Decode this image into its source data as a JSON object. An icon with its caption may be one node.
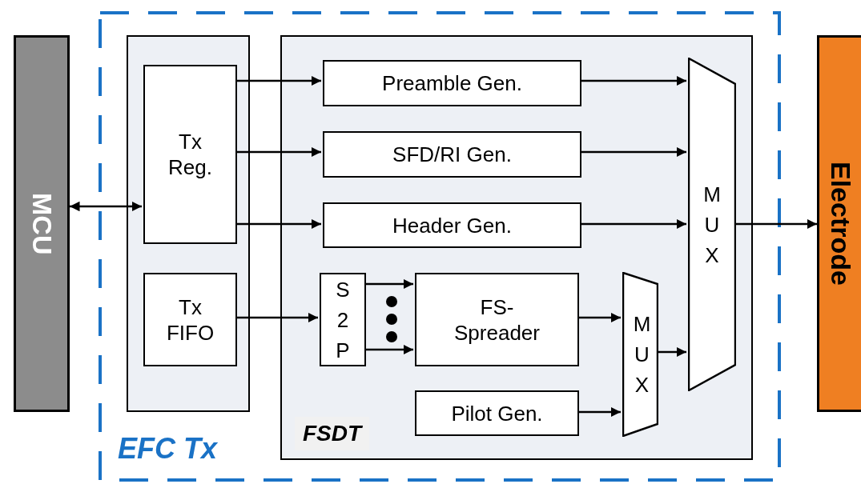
{
  "diagram": {
    "nodes": [
      {
        "text": [
          "MCU"
        ]
      },
      {
        "text": [
          "EFC Tx"
        ]
      },
      {
        "text": [],
        "shape": "box",
        "in": 1
      },
      {
        "text": [
          "Tx Reg."
        ],
        "in": 2
      },
      {
        "text": [
          "Tx FIFO"
        ],
        "in": 2
      },
      {
        "text": [
          "FSDT"
        ],
        "in": 1
      },
      {
        "text": [
          "Preamble Gen."
        ],
        "in": 5
      },
      {
        "text": [
          "SFD/RI Gen."
        ],
        "in": 5
      },
      {
        "text": [
          "Header Gen."
        ],
        "in": 5
      },
      {
        "text": [
          "S 2 P"
        ],
        "in": 5
      },
      {
        "text": [
          "FS- Spreader"
        ],
        "in": 5
      },
      {
        "text": [
          "Pilot Gen."
        ],
        "in": 5
      },
      {
        "text": [
          "M U X"
        ],
        "in": 5
      },
      {
        "text": [
          "M U X"
        ],
        "in": 5
      },
      {
        "text": [
          "Electrode"
        ]
      }
    ],
    "edges": [
      {
        "from": 0,
        "to": 3,
        "arrow": "both"
      },
      {
        "from": 3,
        "to": 6,
        "arrow": "to"
      },
      {
        "from": 3,
        "to": 7,
        "arrow": "to"
      },
      {
        "from": 3,
        "to": 8,
        "arrow": "to"
      },
      {
        "from": 4,
        "to": 9,
        "arrow": "to"
      },
      {
        "from": 9,
        "to": 10,
        "arrow": "to"
      },
      {
        "from": 9,
        "to": 10,
        "arrow": "to"
      },
      {
        "from": 6,
        "to": 13,
        "arrow": "to"
      },
      {
        "from": 7,
        "to": 13,
        "arrow": "to"
      },
      {
        "from": 8,
        "to": 13,
        "arrow": "to"
      },
      {
        "from": 10,
        "to": 12,
        "arrow": "to"
      },
      {
        "from": 11,
        "to": 12,
        "arrow": "to"
      },
      {
        "from": 12,
        "to": 13,
        "arrow": "to"
      },
      {
        "from": 13,
        "to": 14,
        "arrow": "to"
      }
    ]
  }
}
